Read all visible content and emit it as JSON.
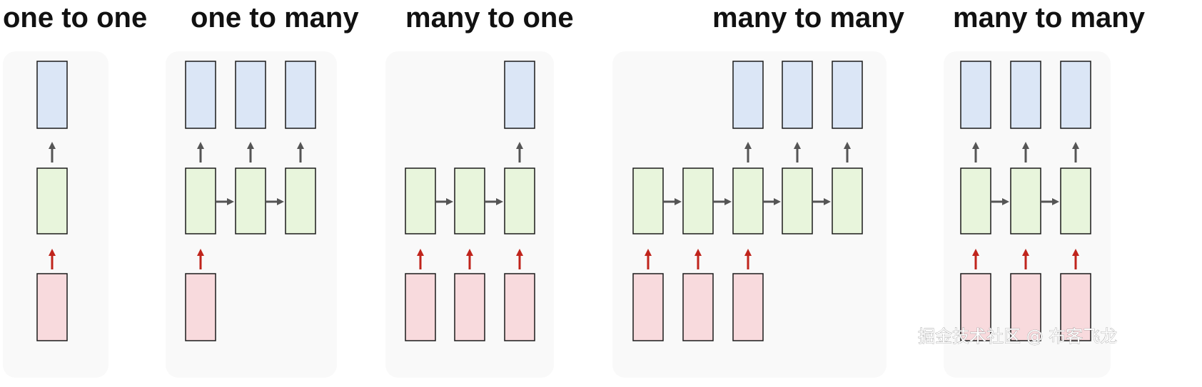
{
  "diagram": {
    "panels": [
      {
        "title": "one to one",
        "inputs": 1,
        "hidden": 1,
        "outputs": 1
      },
      {
        "title": "one to many",
        "inputs": 1,
        "hidden": 3,
        "outputs": 3
      },
      {
        "title": "many to one",
        "inputs": 3,
        "hidden": 3,
        "outputs": 1
      },
      {
        "title": "many to many",
        "inputs": 3,
        "hidden": 5,
        "outputs": 3
      },
      {
        "title": "many to many",
        "inputs": 3,
        "hidden": 3,
        "outputs": 3
      }
    ],
    "colors": {
      "output": "#dbe6f6",
      "hidden": "#e8f5dc",
      "input": "#f8dadd",
      "input_arrow": "#c0241c",
      "arrow": "#555555"
    }
  },
  "watermark": "掘金技术社区 @ 布客飞龙"
}
